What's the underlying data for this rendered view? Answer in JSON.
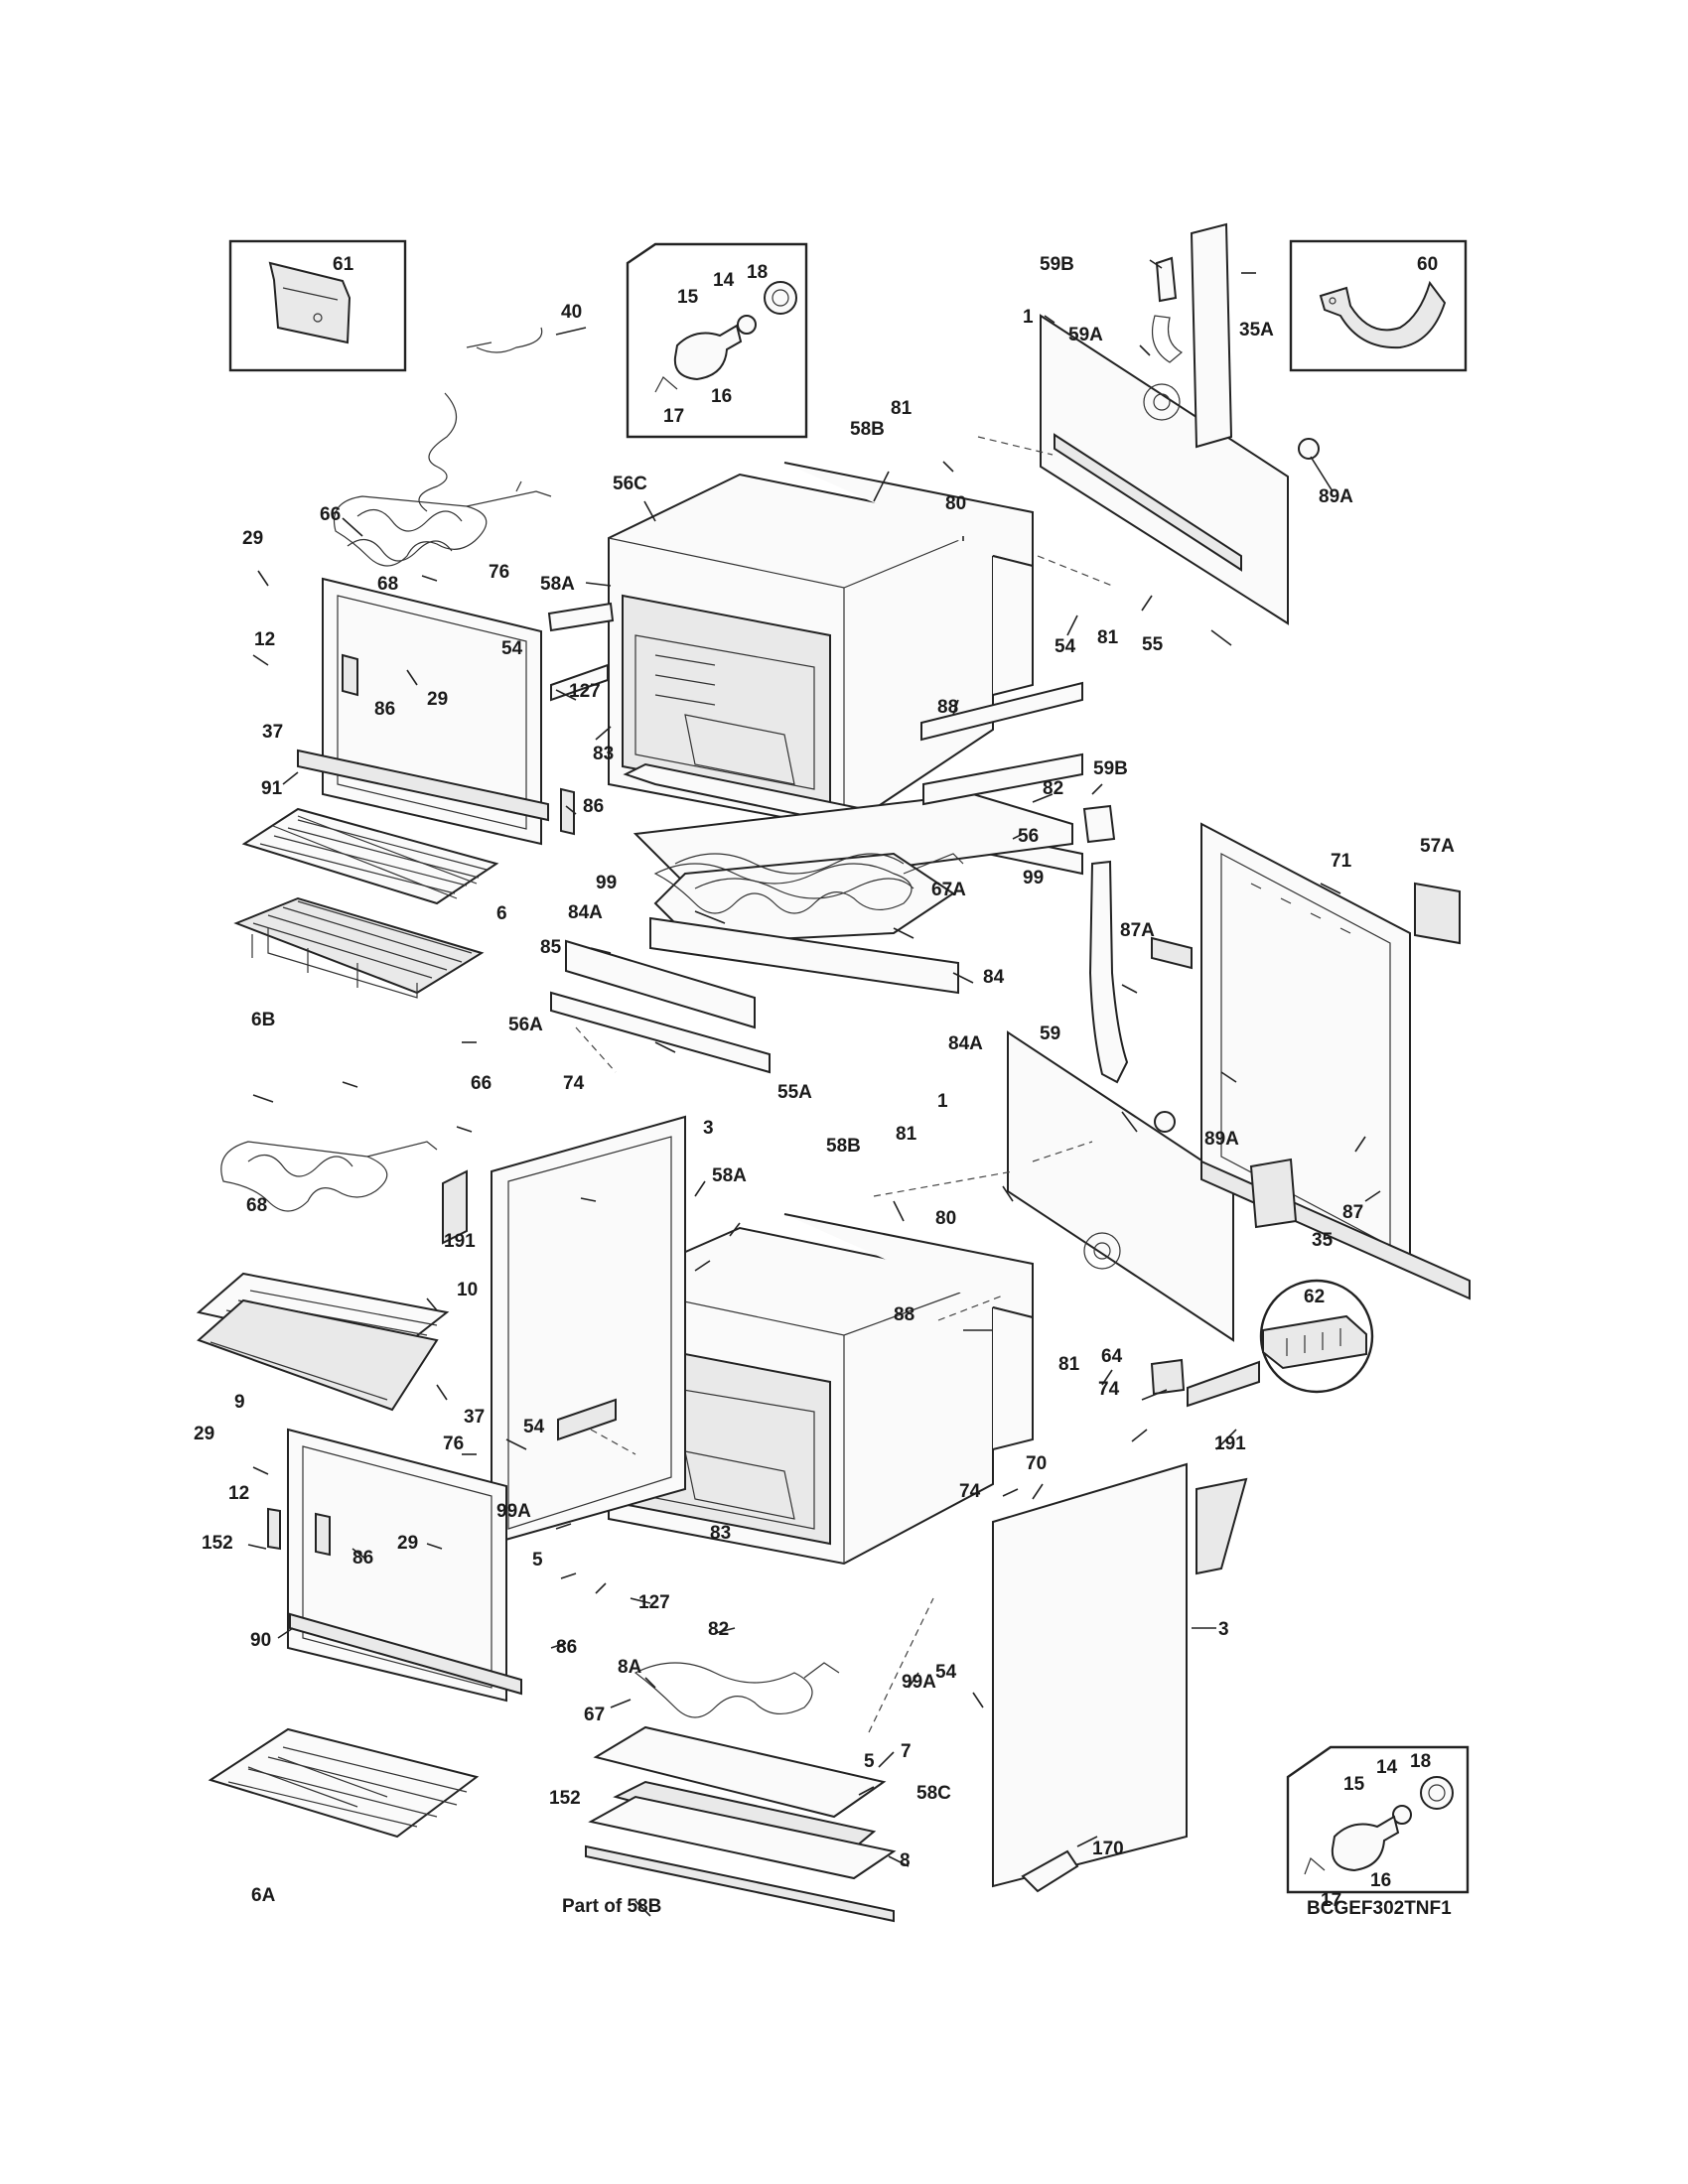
{
  "drawing": {
    "model_code": "BCGEF302TNF1",
    "note": "Part of 58B"
  },
  "inset_boxes": [
    {
      "id": "inset-61",
      "labels": [
        "61"
      ]
    },
    {
      "id": "inset-60",
      "labels": [
        "60"
      ]
    },
    {
      "id": "inset-lamp-top",
      "labels": [
        "18",
        "14",
        "15",
        "16",
        "17"
      ]
    },
    {
      "id": "inset-lamp-bottom",
      "labels": [
        "18",
        "14",
        "15",
        "16",
        "17"
      ]
    },
    {
      "id": "inset-62",
      "labels": [
        "62"
      ]
    }
  ],
  "callouts": [
    "61",
    "40",
    "18",
    "14",
    "15",
    "16",
    "17",
    "59B",
    "35A",
    "60",
    "59A",
    "1",
    "89A",
    "66",
    "58B",
    "81",
    "56C",
    "80",
    "29",
    "68",
    "76",
    "58A",
    "12",
    "54",
    "81",
    "55",
    "86",
    "127",
    "88",
    "37",
    "83",
    "91",
    "86",
    "82",
    "56",
    "59B",
    "6",
    "99",
    "67A",
    "84A",
    "99",
    "71",
    "57A",
    "85",
    "84",
    "87A",
    "6B",
    "59",
    "56A",
    "84A",
    "55A",
    "66",
    "74",
    "3",
    "1",
    "89A",
    "58B",
    "81",
    "68",
    "191",
    "58A",
    "87",
    "80",
    "35",
    "10",
    "88",
    "62",
    "9",
    "81",
    "64",
    "37",
    "54",
    "74",
    "29",
    "76",
    "70",
    "191",
    "12",
    "99A",
    "74",
    "152",
    "86",
    "83",
    "5",
    "29",
    "127",
    "90",
    "82",
    "3",
    "86",
    "8A",
    "99A",
    "54",
    "67",
    "5",
    "7",
    "152",
    "58C",
    "170",
    "6A",
    "8",
    "18",
    "14",
    "15",
    "16",
    "17"
  ]
}
